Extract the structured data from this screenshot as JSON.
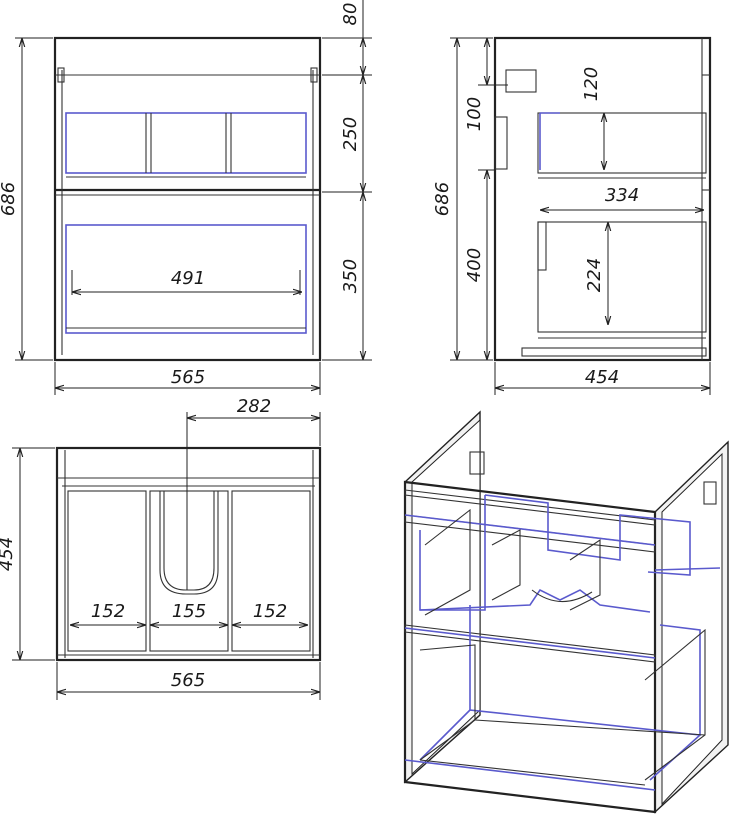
{
  "dimensions": {
    "front_height_total": "686",
    "front_top_gap": "80",
    "front_upper_drawer": "250",
    "front_lower_drawer": "350",
    "front_inner_width": "491",
    "front_width": "565",
    "side_height_total": "686",
    "side_upper_offset": "100",
    "side_lower_offset": "400",
    "side_top_inner": "120",
    "side_inner_depth": "334",
    "side_lower_inner": "224",
    "side_depth": "454",
    "top_cutout_offset": "282",
    "top_depth": "454",
    "top_left_bay": "152",
    "top_middle_bay": "155",
    "top_right_bay": "152",
    "top_width": "565"
  },
  "colors": {
    "outline": "#222222",
    "hidden_edges": "#5a5acd",
    "panel_fill": "#f2f2f2"
  }
}
